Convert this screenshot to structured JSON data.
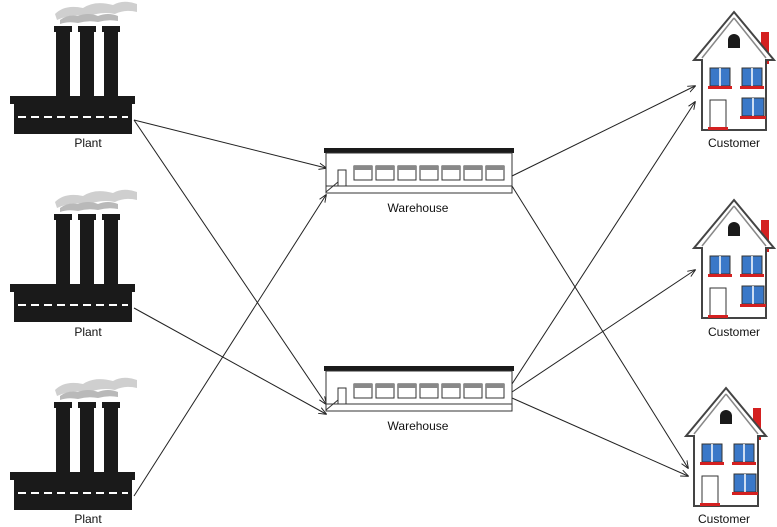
{
  "nodes": {
    "plants": [
      {
        "id": "plant-1",
        "label": "Plant"
      },
      {
        "id": "plant-2",
        "label": "Plant"
      },
      {
        "id": "plant-3",
        "label": "Plant"
      }
    ],
    "warehouses": [
      {
        "id": "warehouse-1",
        "label": "Warehouse"
      },
      {
        "id": "warehouse-2",
        "label": "Warehouse"
      }
    ],
    "customers": [
      {
        "id": "customer-1",
        "label": "Customer"
      },
      {
        "id": "customer-2",
        "label": "Customer"
      },
      {
        "id": "customer-3",
        "label": "Customer"
      }
    ]
  },
  "edges": [
    {
      "from": "plant-1",
      "to": "warehouse-1"
    },
    {
      "from": "plant-1",
      "to": "warehouse-2"
    },
    {
      "from": "plant-2",
      "to": "warehouse-2"
    },
    {
      "from": "plant-3",
      "to": "warehouse-1"
    },
    {
      "from": "warehouse-1",
      "to": "customer-1"
    },
    {
      "from": "warehouse-1",
      "to": "customer-3"
    },
    {
      "from": "warehouse-2",
      "to": "customer-1"
    },
    {
      "from": "warehouse-2",
      "to": "customer-2"
    },
    {
      "from": "warehouse-2",
      "to": "customer-3"
    }
  ],
  "colors": {
    "factory": "#1a1a1a",
    "smoke": "#c8c8c8",
    "window_blue": "#3a78c8",
    "chimney_red": "#d42020",
    "house_outline": "#444444",
    "arrow": "#222222"
  }
}
